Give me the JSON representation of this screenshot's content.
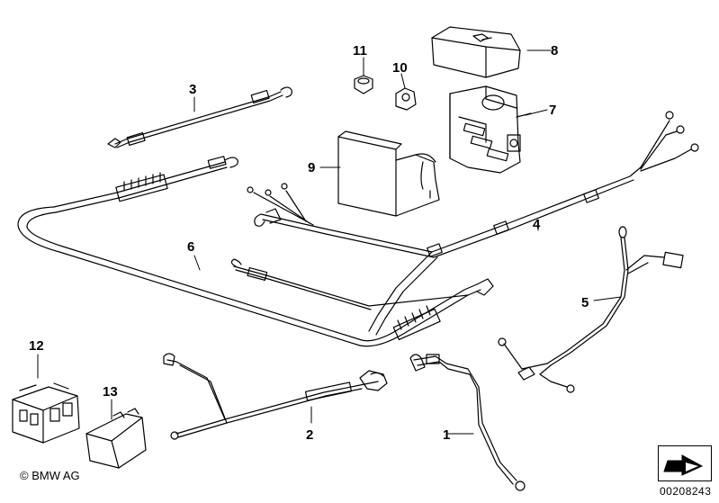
{
  "diagram": {
    "copyright": "© BMW AG",
    "document_number": "00208243",
    "callouts": [
      {
        "id": "c1",
        "label": "1"
      },
      {
        "id": "c2",
        "label": "2"
      },
      {
        "id": "c3",
        "label": "3"
      },
      {
        "id": "c4",
        "label": "4"
      },
      {
        "id": "c5",
        "label": "5"
      },
      {
        "id": "c6",
        "label": "6"
      },
      {
        "id": "c7",
        "label": "7"
      },
      {
        "id": "c8",
        "label": "8"
      },
      {
        "id": "c9",
        "label": "9"
      },
      {
        "id": "c10",
        "label": "10"
      },
      {
        "id": "c11",
        "label": "11"
      },
      {
        "id": "c12",
        "label": "12"
      },
      {
        "id": "c13",
        "label": "13"
      }
    ],
    "line_color": "#000000",
    "background": "#ffffff"
  }
}
